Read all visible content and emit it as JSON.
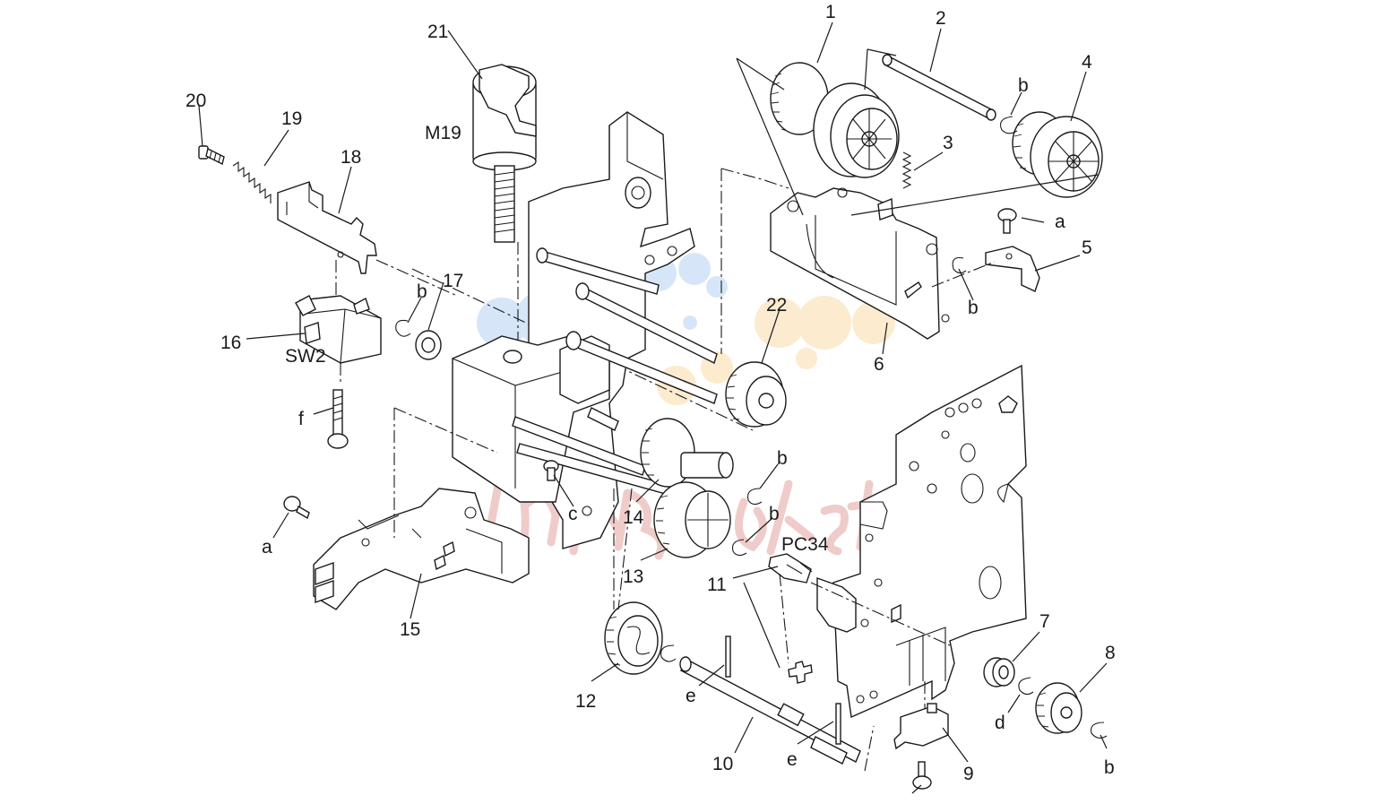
{
  "callouts": {
    "c1": "1",
    "c2": "2",
    "c3": "3",
    "c4": "4",
    "c5": "5",
    "c6": "6",
    "c7": "7",
    "c8": "8",
    "c9": "9",
    "c10": "10",
    "c11": "11",
    "c12": "12",
    "c13": "13",
    "c14": "14",
    "c15": "15",
    "c16": "16",
    "c17": "17",
    "c18": "18",
    "c19": "19",
    "c20": "20",
    "c21": "21",
    "c22": "22",
    "a_top": "a",
    "a_left": "a",
    "b_shaft": "b",
    "b_bracket": "b",
    "b_sw": "b",
    "b_gear1": "b",
    "b_gear2": "b",
    "b_roller": "b",
    "c_screw": "c",
    "d_bush": "d",
    "e_pin1": "e",
    "e_pin2": "e",
    "f_screw": "f"
  },
  "component_labels": {
    "motor": "M19",
    "switch": "SW2",
    "sensor": "PC34"
  },
  "watermark": {
    "text": "InkMarket",
    "colors": [
      "#4a90e2",
      "#f5a623",
      "#d0021b"
    ]
  }
}
